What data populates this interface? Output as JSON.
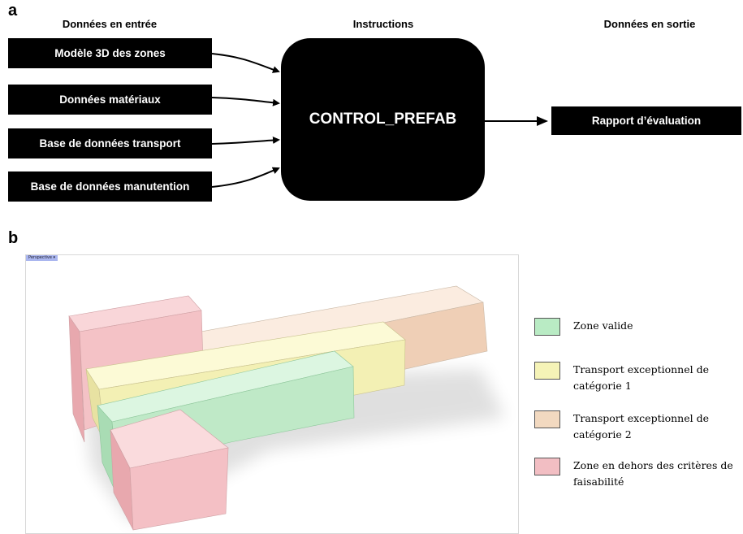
{
  "panel_a": {
    "letter": "a",
    "headers": {
      "inputs": "Données en entrée",
      "instructions": "Instructions",
      "outputs": "Données en sortie"
    },
    "inputs": [
      "Modèle 3D des zones",
      "Données matériaux",
      "Base de données transport",
      "Base de données manutention"
    ],
    "process": "CONTROL_PREFAB",
    "output": "Rapport d’évaluation"
  },
  "panel_b": {
    "letter": "b",
    "viewport_tab": "Perspective ▾",
    "legend": [
      {
        "label": "Zone valide",
        "color": "#b9ebc4"
      },
      {
        "label": "Transport exceptionnel de catégorie 1",
        "color": "#f5f3b7"
      },
      {
        "label": "Transport exceptionnel de catégorie 2",
        "color": "#f2d9c0"
      },
      {
        "label": "Zone en dehors des critères de faisabilité",
        "color": "#f2bec3"
      }
    ]
  }
}
